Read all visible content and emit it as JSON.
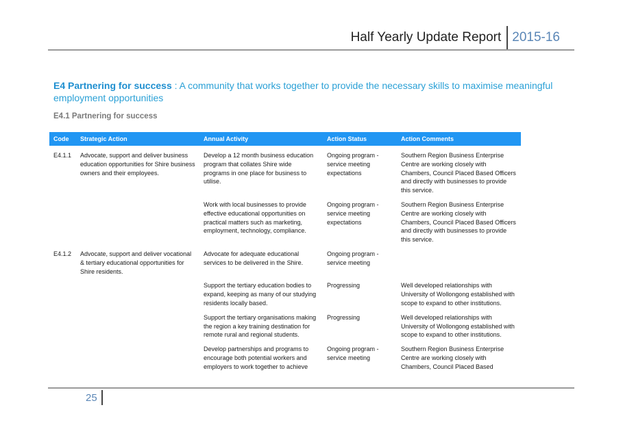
{
  "header": {
    "title": "Half Yearly Update Report",
    "year": "2015-16"
  },
  "goal": {
    "code_title": "E4 Partnering for success",
    "description": " : A community that works together to provide the necessary skills to maximise meaningful employment opportunities"
  },
  "section_title": "E4.1 Partnering for success",
  "table": {
    "headers": [
      "Code",
      "Strategic Action",
      "Annual Activity",
      "Action Status",
      "Action Comments"
    ],
    "rows": [
      {
        "code": "E4.1.1",
        "strategic_action": "Advocate, support and deliver business education opportunities for Shire business owners and their employees.",
        "activity": "Develop a 12 month business education program that collates Shire wide programs in one place for business to utilise.",
        "status": "Ongoing program - service meeting expectations",
        "comments": "Southern Region Business Enterprise Centre are working closely with Chambers, Council Placed Based Officers and directly with businesses to provide this service."
      },
      {
        "code": "",
        "strategic_action": "",
        "activity": "Work with local businesses to provide effective educational opportunities on practical matters such as marketing, employment, technology, compliance.",
        "status": "Ongoing program - service meeting expectations",
        "comments": "Southern Region Business Enterprise Centre are working closely with Chambers, Council Placed Based Officers and directly with businesses to provide this service."
      },
      {
        "code": "E4.1.2",
        "strategic_action": "Advocate, support and deliver vocational & tertiary educational opportunities for Shire residents.",
        "activity": "Advocate for adequate educational services to be delivered in the Shire.",
        "status": "Ongoing program - service meeting",
        "comments": ""
      },
      {
        "code": "",
        "strategic_action": "",
        "activity": "Support the tertiary education bodies to expand, keeping as many of our studying residents locally based.",
        "status": "Progressing",
        "comments": "Well developed relationships with University of Wollongong established with scope  to expand to other institutions."
      },
      {
        "code": "",
        "strategic_action": "",
        "activity": "Support the tertiary organisations making the region a key training destination for remote rural and regional students.",
        "status": "Progressing",
        "comments": "Well developed relationships with University of Wollongong established with scope to expand to other institutions."
      },
      {
        "code": "",
        "strategic_action": "",
        "activity": "Develop partnerships and programs to encourage both potential workers and employers to work together to achieve",
        "status": "Ongoing program - service meeting",
        "comments": "Southern Region Business Enterprise Centre are working closely with Chambers, Council Placed Based"
      }
    ]
  },
  "footer": {
    "page_number": "25"
  }
}
